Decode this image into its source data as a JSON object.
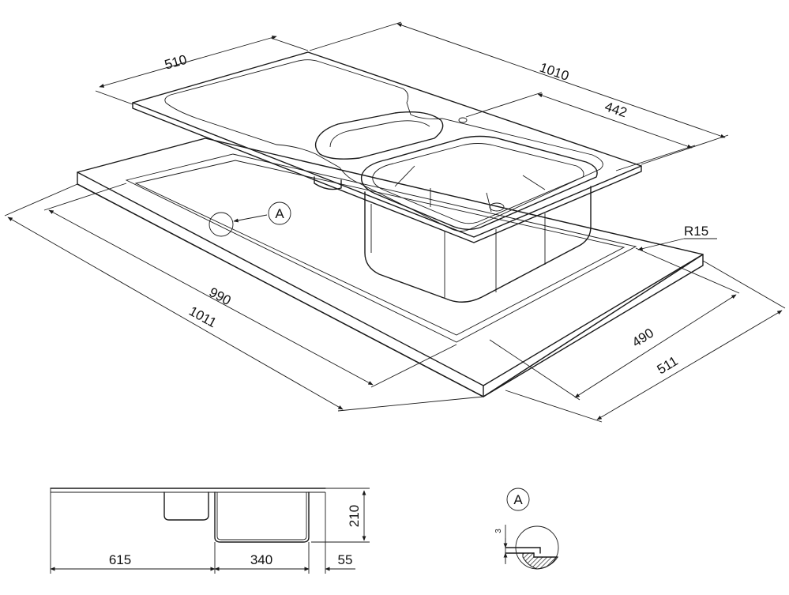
{
  "main_view": {
    "dim_510": "510",
    "dim_1010": "1010",
    "dim_442": "442",
    "dim_r15": "R15",
    "dim_990": "990",
    "dim_1011": "1011",
    "dim_490": "490",
    "dim_511": "511",
    "callout_letter": "A"
  },
  "section_view": {
    "dim_615": "615",
    "dim_340": "340",
    "dim_55": "55",
    "dim_210": "210"
  },
  "detail_view": {
    "label": "A",
    "dim_3": "3"
  }
}
